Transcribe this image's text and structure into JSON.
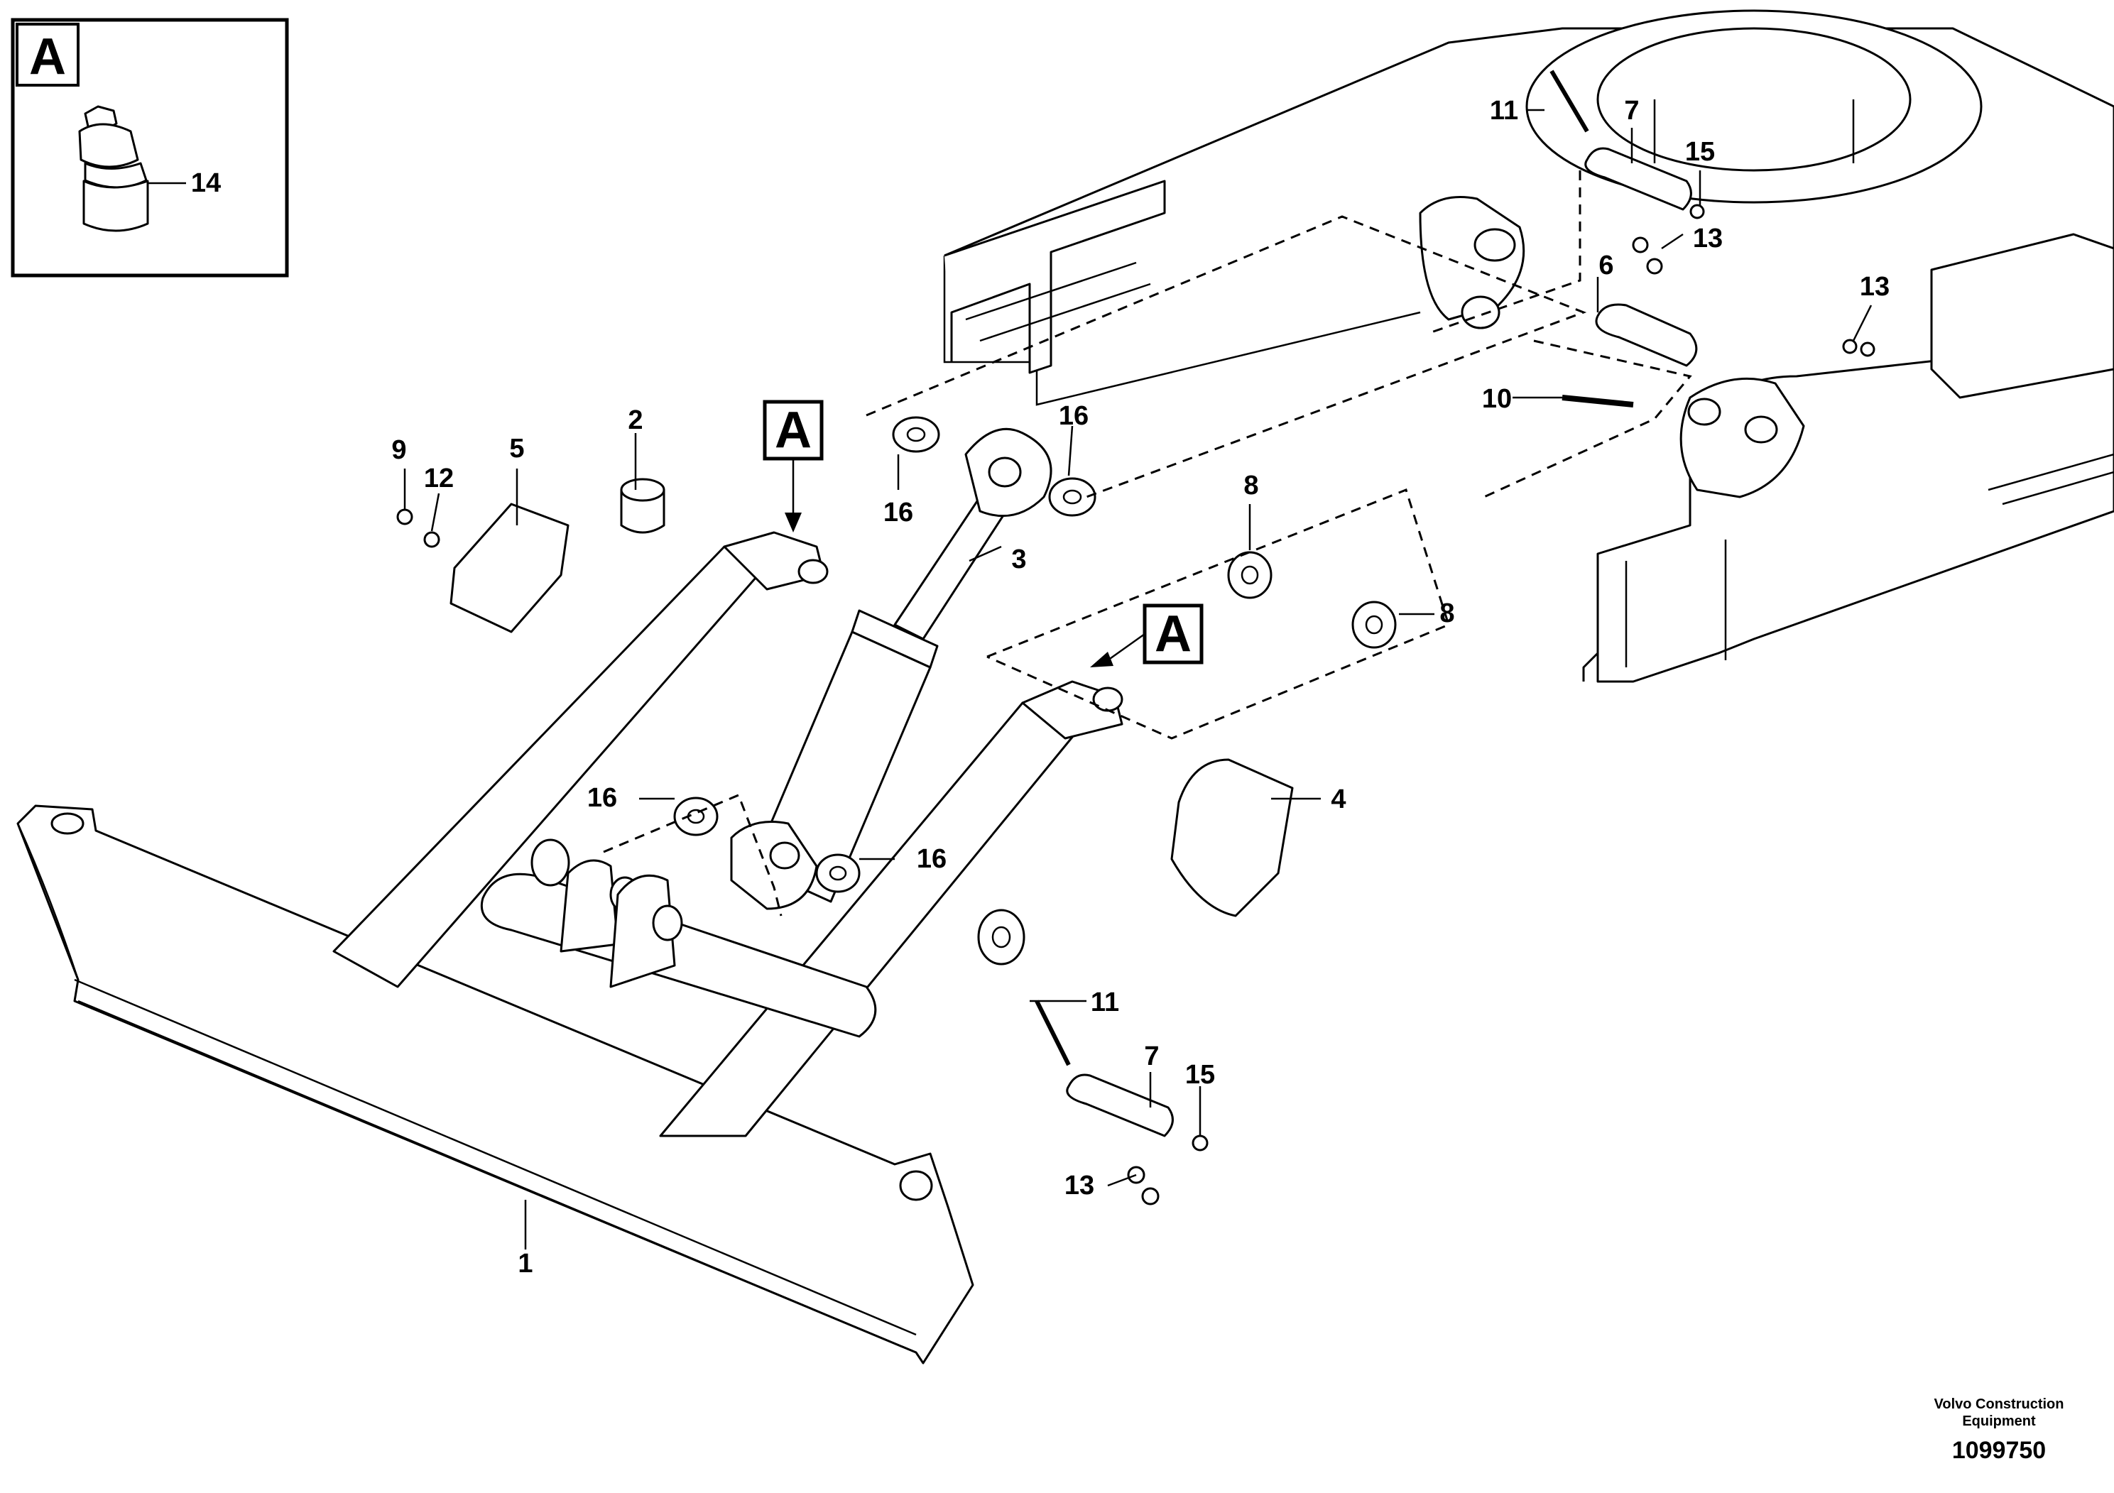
{
  "inset": {
    "view_label": "A",
    "part_callout": "14"
  },
  "view_markers": [
    "A",
    "A"
  ],
  "callouts": {
    "c1": "1",
    "c2": "2",
    "c3": "3",
    "c4": "4",
    "c5": "5",
    "c6": "6",
    "c7_top": "7",
    "c7_bottom": "7",
    "c8_upper": "8",
    "c8_lower": "8",
    "c9": "9",
    "c10": "10",
    "c11_top": "11",
    "c11_bottom": "11",
    "c12": "12",
    "c13_top": "13",
    "c13_right": "13",
    "c13_bottom": "13",
    "c15_top": "15",
    "c15_bottom": "15",
    "c16_top_left": "16",
    "c16_top_right": "16",
    "c16_mid_left": "16",
    "c16_mid_right": "16"
  },
  "footer": {
    "company_line1": "Volvo Construction",
    "company_line2": "Equipment",
    "drawing_number": "1099750"
  }
}
